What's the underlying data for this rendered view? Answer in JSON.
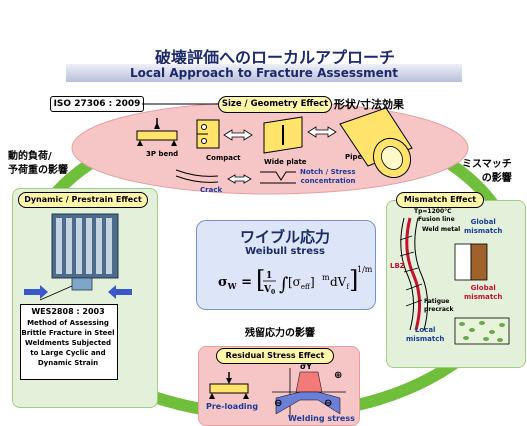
{
  "title": {
    "jp": "破壊評価へのローカルアプローチ",
    "en": "Local Approach to Fracture Assessment"
  },
  "iso": {
    "label": "ISO 27306 : 2009"
  },
  "size_geometry": {
    "effect_label": "Size / Geometry Effect",
    "jp": "形状/寸法効果",
    "specimens": [
      "3P bend",
      "Compact",
      "Wide plate",
      "Pipe"
    ],
    "crack_label": "Crack",
    "notch_label": "Notch / Stress\nconcentration"
  },
  "dynamic": {
    "jp": "動的負荷/\n予荷重の影響",
    "effect_label": "Dynamic / Prestrain Effect",
    "wes_title": "WES2808 : 2003",
    "wes_desc": "Method of Assessing\nBrittle Fracture in Steel\nWeldments Subjected\nto Large Cyclic and\nDynamic Strain"
  },
  "weibull": {
    "jp": "ワイブル応力",
    "en": "Weibull stress",
    "formula": "σW = [ 1/V0 ∫ [σeff]m dVf ]1/m"
  },
  "mismatch": {
    "jp": "ミスマッチ\nの影響",
    "effect_label": "Mismatch Effect",
    "labels": {
      "tp": "Tp=1200°C",
      "fusion": "Fusion line",
      "weld_metal": "Weld metal",
      "lbz": "LBZ",
      "fatigue": "Fatigue\nprecrack",
      "global1": "Global\nmismatch",
      "global2": "Global\nmismatch",
      "local": "Local\nmismatch"
    }
  },
  "residual": {
    "jp": "残留応力の影響",
    "effect_label": "Residual Stress Effect",
    "preload": "Pre-loading",
    "welding": "Welding stress",
    "sigma": "σY",
    "plus": "⊕",
    "minus": "⊖"
  },
  "colors": {
    "green_ring": "#6fbf3c",
    "pink": "#f6c6c6",
    "green_box": "#e4f1da",
    "navy": "#1b2a6b",
    "blue_box": "#dde6f8",
    "yellow": "#fff6a8"
  }
}
